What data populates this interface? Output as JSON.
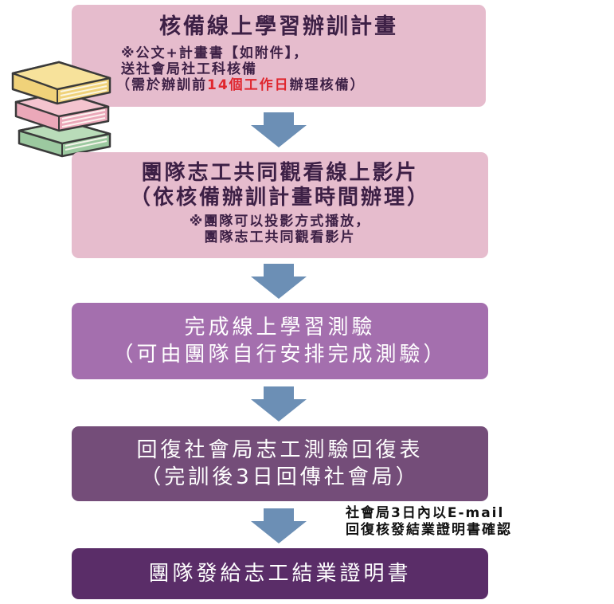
{
  "steps": [
    {
      "title": "核備線上學習辦訓計畫",
      "notes": [
        "※公文+計畫書【如附件】，",
        "送社會局社工科核備"
      ],
      "note3_prefix": "（需於辦訓前",
      "note3_highlight": "14個工作日",
      "note3_suffix": "辦理核備）"
    },
    {
      "title_lines": [
        "團隊志工共同觀看線上影片",
        "（依核備辦訓計畫時間辦理）"
      ],
      "notes": [
        "※團隊可以投影方式播放，",
        "團隊志工共同觀看影片"
      ]
    },
    {
      "title_lines": [
        "完成線上學習測驗",
        "（可由團隊自行安排完成測驗）"
      ]
    },
    {
      "title_lines": [
        "回復社會局志工測驗回復表",
        "（完訓後3日回傳社會局）"
      ]
    },
    {
      "title": "團隊發給志工結業證明書"
    }
  ],
  "side_note": [
    "社會局3日內以E-mail",
    "回復核發結業證明書確認"
  ],
  "colors": {
    "step_light": "#e6bccd",
    "step_mid": "#a46fae",
    "step_dark": "#744d79",
    "step_darkest": "#5a2d68",
    "arrow": "#6c8fb5",
    "highlight": "#e0262e"
  },
  "icons": [
    "books-icon",
    "down-arrow-icon"
  ]
}
